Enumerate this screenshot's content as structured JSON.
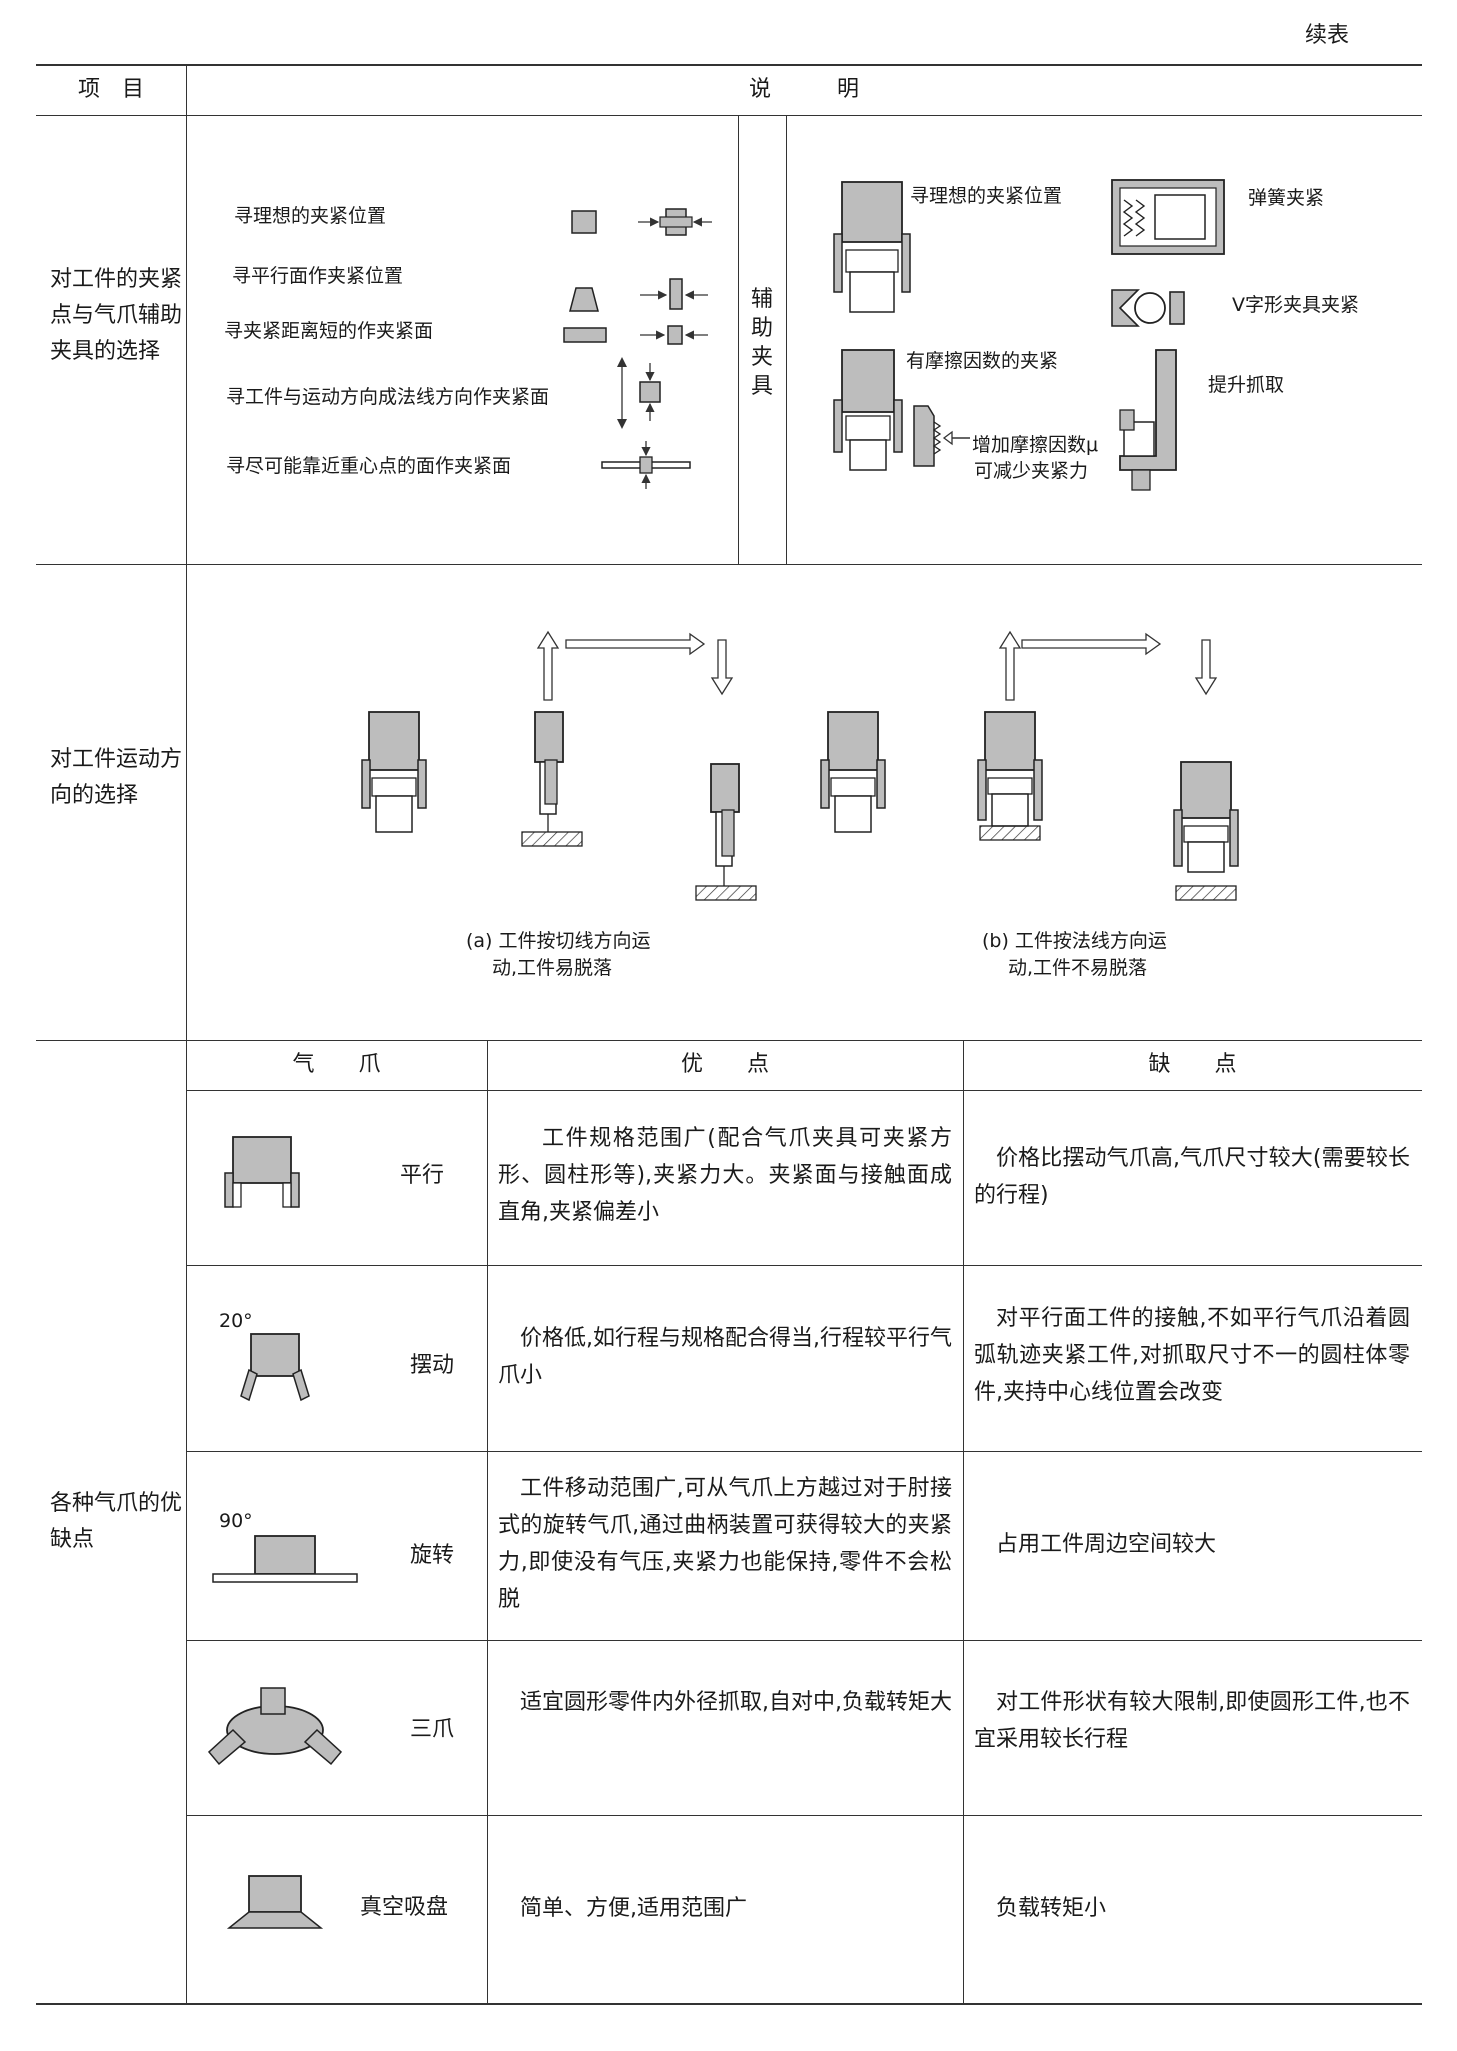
{
  "continued_label": "续表",
  "header": {
    "item": "项　目",
    "desc": "说　　　明"
  },
  "rows": {
    "clamping": {
      "item": "对工件的夹紧点与气爪辅助夹具的选择",
      "left_items": [
        "寻理想的夹紧位置",
        "寻平行面作夹紧位置",
        "寻夹紧距离短的作夹紧面",
        "寻工件与运动方向成法线方向作夹紧面",
        "寻尽可能靠近重心点的面作夹紧面"
      ],
      "aux_label": "辅助夹具",
      "right_labels": {
        "ideal": "寻理想的夹紧位置",
        "spring": "弹簧夹紧",
        "vblock": "V字形夹具夹紧",
        "friction": "有摩擦因数的夹紧",
        "lift": "提升抓取",
        "mu_line1": "增加摩擦因数μ",
        "mu_line2": "可减少夹紧力"
      }
    },
    "motion": {
      "item": "对工件运动方向的选择",
      "caption_a_line1": "(a) 工件按切线方向运",
      "caption_a_line2": "动,工件易脱落",
      "caption_b_line1": "(b) 工件按法线方向运",
      "caption_b_line2": "动,工件不易脱落"
    },
    "grippers": {
      "item": "各种气爪的优缺点",
      "sub_header": {
        "gripper": "气　　爪",
        "pros": "优　　点",
        "cons": "缺　　点"
      },
      "types": [
        {
          "name": "平行",
          "angle": "",
          "pros": "工件规格范围广(配合气爪夹具可夹紧方形、圆柱形等),夹紧力大。夹紧面与接触面成直角,夹紧偏差小",
          "cons": "价格比摆动气爪高,气爪尺寸较大(需要较长的行程)"
        },
        {
          "name": "摆动",
          "angle": "20°",
          "pros": "价格低,如行程与规格配合得当,行程较平行气爪小",
          "cons": "对平行面工件的接触,不如平行气爪沿着圆弧轨迹夹紧工件,对抓取尺寸不一的圆柱体零件,夹持中心线位置会改变"
        },
        {
          "name": "旋转",
          "angle": "90°",
          "pros": "工件移动范围广,可从气爪上方越过对于肘接式的旋转气爪,通过曲柄装置可获得较大的夹紧力,即使没有气压,夹紧力也能保持,零件不会松脱",
          "cons": "占用工件周边空间较大"
        },
        {
          "name": "三爪",
          "angle": "",
          "pros": "适宜圆形零件内外径抓取,自对中,负载转矩大",
          "cons": "对工件形状有较大限制,即使圆形工件,也不宜采用较长行程"
        },
        {
          "name": "真空吸盘",
          "angle": "",
          "pros": "简单、方便,适用范围广",
          "cons": "负载转矩小"
        }
      ]
    }
  },
  "colors": {
    "gray_fill": "#bdbdbd",
    "line": "#333333"
  }
}
